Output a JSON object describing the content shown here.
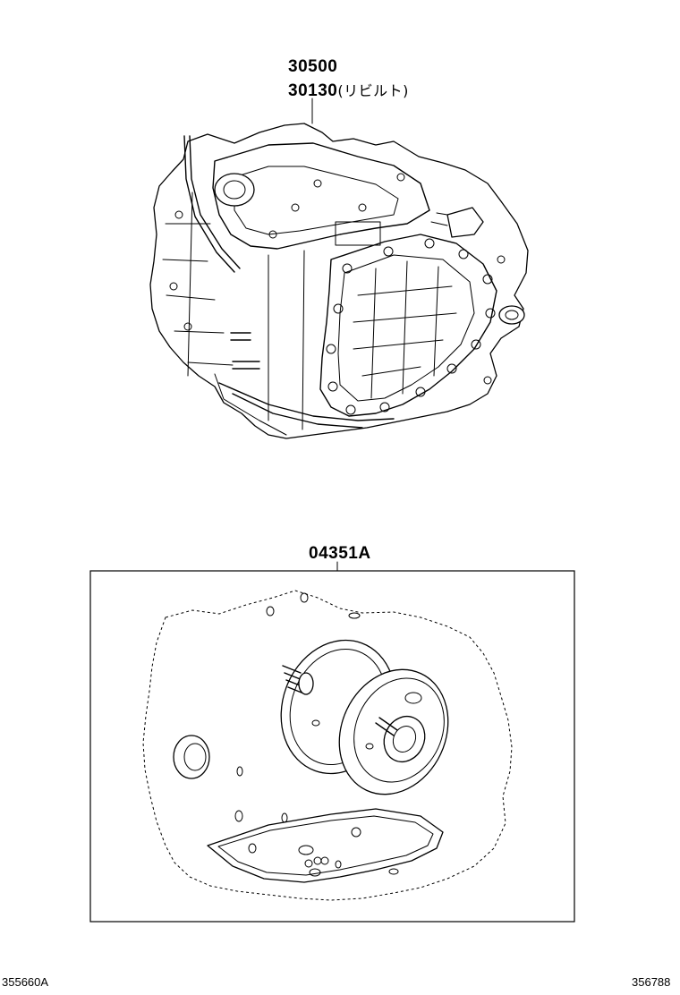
{
  "labels": {
    "assembly_part_number": "30500",
    "rebuilt_part_number": "30130",
    "rebuilt_note": "(リビルト)",
    "gasket_kit_part_number": "04351A"
  },
  "footer": {
    "left_code": "355660A",
    "right_code": "356788"
  }
}
